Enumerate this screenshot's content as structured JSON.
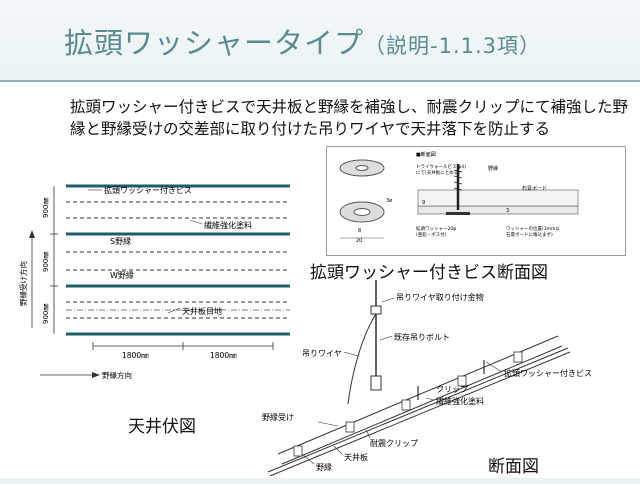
{
  "slide": {
    "title": "拡頭ワッシャータイプ",
    "title_sub": "（説明-1.1.3項）",
    "description": "拡頭ワッシャー付きビスで天井板と野縁を補強し、耐震クリップにて補強した野縁と野縁受けの交差部に取り付けた吊りワイヤで天井落下を防止する"
  },
  "plan": {
    "caption": "天井伏図",
    "labels": {
      "screw": "拡頭ワッシャー付きビス",
      "fiber": "繊維強化塗料",
      "s_nobuchi": "S野縁",
      "w_nobuchi": "W野縁",
      "joint": "天井板目地",
      "v_direction": "野縁受け方向",
      "h_direction": "野縁方向",
      "dim_900_top": "900㎜",
      "dim_900_mid": "900㎜",
      "dim_900_bot": "900㎜",
      "dim_1800_left": "1800㎜",
      "dim_1800_right": "1800㎜"
    }
  },
  "inset": {
    "caption": "拡頭ワッシャー付きビス断面図",
    "small_header": "■断面図",
    "note1": "ドライウォールビス(φ4)",
    "note2": "にて(天井板にとめる)",
    "label_nobuchi": "野縁",
    "label_board": "石膏ボード",
    "label_washer": "拡頭ワッシャー20φ",
    "label_washer2": "(亜鉛・ボス付)",
    "label_washer_note": "ワッシャーの位置(3mm以",
    "label_washer_note2": "石膏ボードに喰込まず)",
    "dim_20": "20",
    "dim_8": "8",
    "dim_3": "3",
    "dim_3a": "3ø",
    "dim_9": "9"
  },
  "section": {
    "caption": "断面図",
    "labels": {
      "hanger_fitting": "吊りワイヤ取り付け金物",
      "existing_bolt": "既存吊りボルト",
      "wire": "吊りワイヤ",
      "screw": "拡頭ワッシャー付きビス",
      "clip": "クリップ",
      "fiber": "繊維強化塗料",
      "receiver": "野縁受け",
      "seismic_clip": "耐震クリップ",
      "board": "天井板",
      "nobuchi": "野縁"
    }
  },
  "colors": {
    "title": "#5a8a91",
    "rule": "#8eb2b7",
    "beam": "#1e5e6a"
  }
}
